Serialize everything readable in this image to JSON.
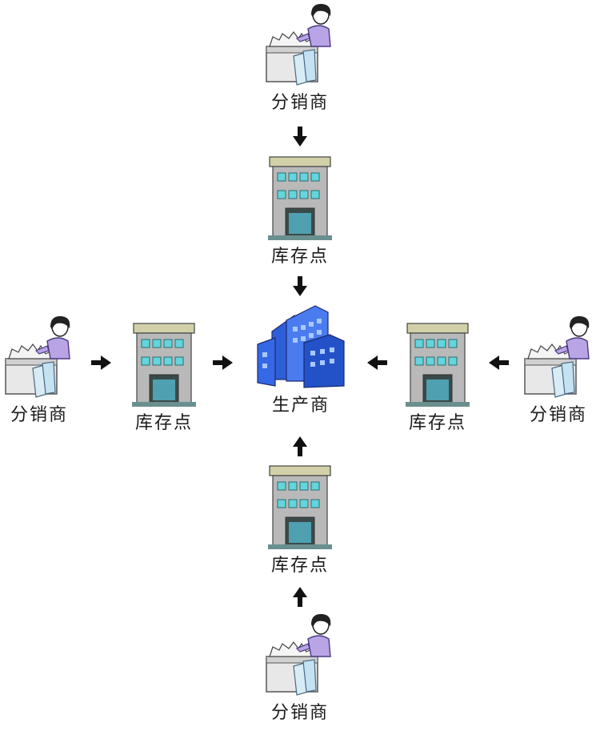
{
  "labels": {
    "distributor": "分销商",
    "warehouse": "库存点",
    "manufacturer": "生产商"
  }
}
